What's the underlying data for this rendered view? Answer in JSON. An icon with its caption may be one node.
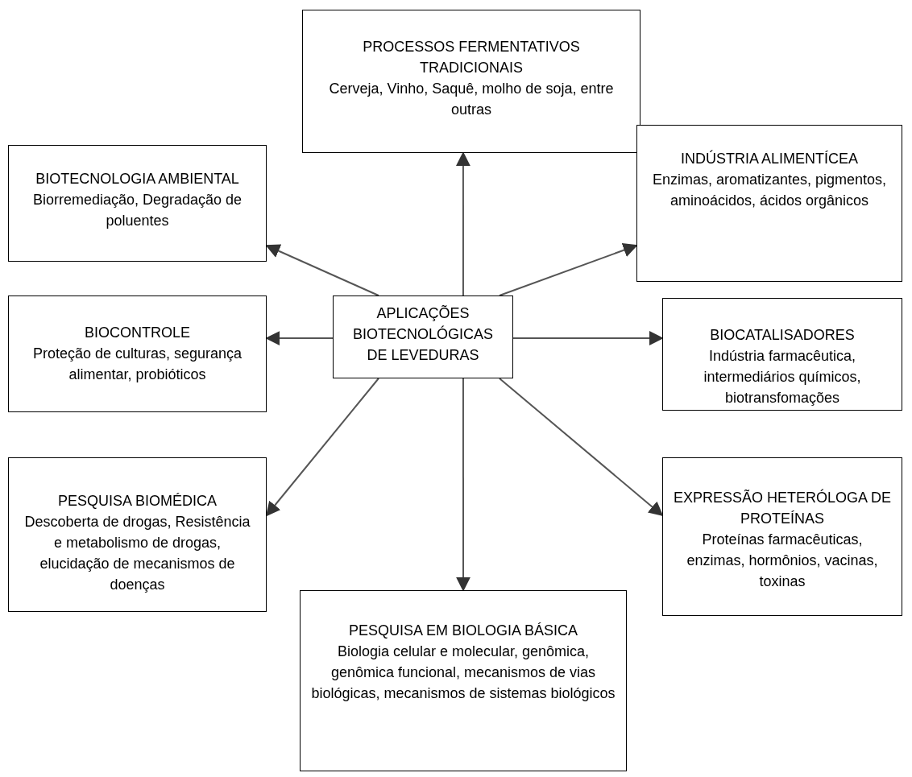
{
  "diagram": {
    "nodes": [
      {
        "text": [
          "PROCESSOS FERMENTATIVOS TRADICIONAIS",
          "Cerveja, Vinho, Saquê, molho de soja, entre outras"
        ]
      },
      {
        "text": [
          "BIOTECNOLOGIA AMBIENTAL",
          "Biorremediação, Degradação de poluentes"
        ]
      },
      {
        "text": [
          "INDÚSTRIA ALIMENTÍCEA",
          "Enzimas, aromatizantes, pigmentos, aminoácidos, ácidos orgânicos"
        ]
      },
      {
        "text": [
          "BIOCONTROLE",
          "Proteção de culturas, segurança alimentar, probióticos"
        ]
      },
      {
        "text": [
          "APLICAÇÕES BIOTECNOLÓGICAS DE LEVEDURAS"
        ]
      },
      {
        "text": [
          "BIOCATALISADORES",
          "Indústria farmacêutica, intermediários químicos, biotransfomações"
        ]
      },
      {
        "text": [
          "PESQUISA BIOMÉDICA",
          "Descoberta de drogas, Resistência e metabolismo de drogas, elucidação de mecanismos de doenças"
        ]
      },
      {
        "text": [
          "EXPRESSÃO HETERÓLOGA DE PROTEÍNAS",
          "Proteínas farmacêuticas, enzimas, hormônios, vacinas, toxinas"
        ]
      },
      {
        "text": [
          "PESQUISA EM BIOLOGIA BÁSICA",
          "Biologia celular e molecular, genômica, genômica funcional, mecanismos de vias biológicas, mecanismos de sistemas biológicos"
        ]
      }
    ],
    "edges": [
      {
        "from": 4,
        "to": 0,
        "arrow": "to"
      },
      {
        "from": 4,
        "to": 1,
        "arrow": "to"
      },
      {
        "from": 4,
        "to": 2,
        "arrow": "to"
      },
      {
        "from": 4,
        "to": 3,
        "arrow": "to"
      },
      {
        "from": 4,
        "to": 5,
        "arrow": "to"
      },
      {
        "from": 4,
        "to": 6,
        "arrow": "to"
      },
      {
        "from": 4,
        "to": 7,
        "arrow": "to"
      },
      {
        "from": 4,
        "to": 8,
        "arrow": "to"
      }
    ]
  }
}
